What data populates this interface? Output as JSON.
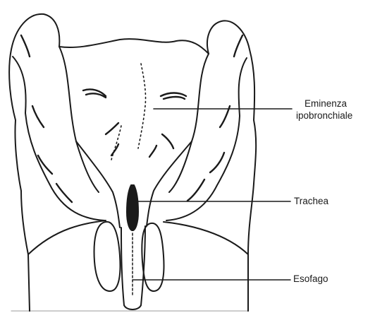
{
  "labels": {
    "eminenza_line1": "Eminenza",
    "eminenza_line2": "ipobronchiale",
    "trachea": "Trachea",
    "esofago": "Esofago"
  },
  "colors": {
    "ink": "#1a1a1a",
    "background": "#ffffff"
  }
}
